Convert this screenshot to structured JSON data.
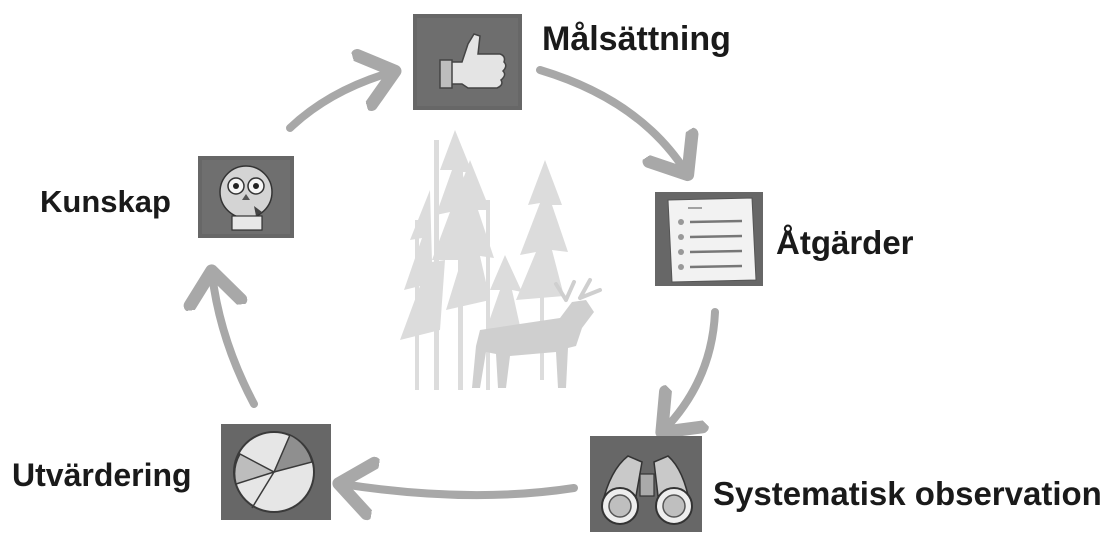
{
  "steps": [
    {
      "id": "malsattning",
      "label": "Målsättning",
      "icon": "thumbs-up-icon"
    },
    {
      "id": "atgarder",
      "label": "Åtgärder",
      "icon": "checklist-document-icon"
    },
    {
      "id": "systematisk",
      "label": "Systematisk observation",
      "icon": "binoculars-icon"
    },
    {
      "id": "utvardering",
      "label": "Utvärdering",
      "icon": "pie-chart-icon"
    },
    {
      "id": "kunskap",
      "label": "Kunskap",
      "icon": "owl-icon"
    }
  ],
  "center_illustration": "forest-moose-icon",
  "colors": {
    "arrow": "#a8a8a8",
    "icon_tile": "#676767",
    "illustration": "#d9d9d9",
    "text": "#1a1a1a"
  }
}
